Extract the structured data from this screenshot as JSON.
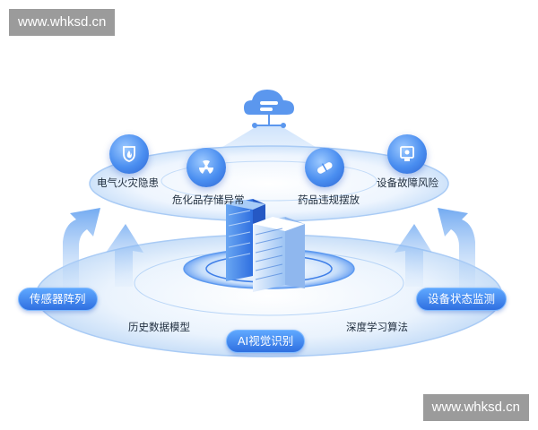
{
  "watermarks": {
    "top": "www.whksd.cn",
    "bottom": "www.whksd.cn"
  },
  "top_tier": {
    "cloud_icon": "cloud-network-icon",
    "risks": [
      {
        "label": "电气火灾隐患",
        "icon": "electric-fire-icon"
      },
      {
        "label": "危化品存储异常",
        "icon": "radiation-icon"
      },
      {
        "label": "药品违规摆放",
        "icon": "pill-icon"
      },
      {
        "label": "设备故障风险",
        "icon": "device-fault-icon"
      }
    ]
  },
  "bottom_tier": {
    "sensor_array": "传感器阵列",
    "device_monitoring": "设备状态监测",
    "ai_vision": "AI视觉识别",
    "history_model": "历史数据模型",
    "deep_learning": "深度学习算法"
  },
  "colors": {
    "primary": "#2f6fe0",
    "light": "#dbe9fb",
    "accent": "#5fa8ff",
    "text": "#1f2d3d"
  }
}
